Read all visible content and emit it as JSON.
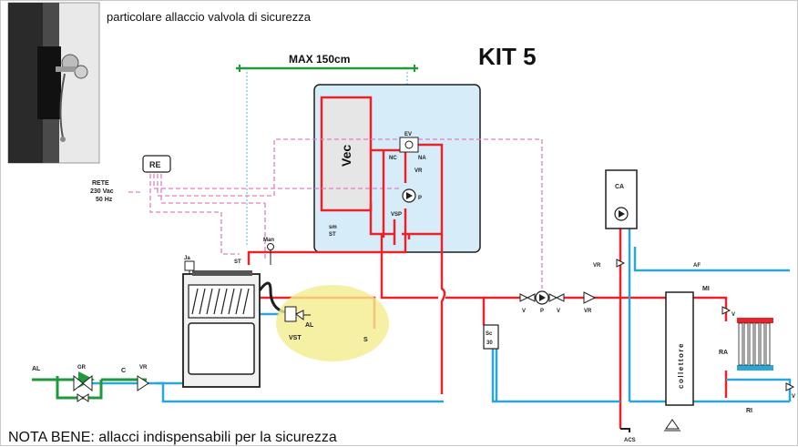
{
  "photo_caption": "particolare allaccio valvola di sicurezza",
  "kit_title": "KIT 5",
  "max_label": "MAX 150cm",
  "note": "NOTA BENE: allacci indispensabili per la sicurezza",
  "labels": {
    "re": "RE",
    "rete_1": "RETE",
    "rete_2": "230 Vac",
    "rete_3": "50 Hz",
    "vec": "Vec",
    "ev": "EV",
    "nc": "NC",
    "na": "NA",
    "vr_inner": "VR",
    "p_inner": "P",
    "sm": "sm",
    "st_inner": "ST",
    "vsp": "VSP",
    "ja": "Ja",
    "man": "Man",
    "st": "ST",
    "al_right": "AL",
    "vst": "VST",
    "s": "S",
    "sc_1": "Sc",
    "sc_2": "30",
    "al_left": "AL",
    "gr": "GR",
    "c": "C",
    "vr_left": "VR",
    "v_1": "V",
    "p_pump": "P",
    "v_2": "V",
    "vr_mid": "VR",
    "vr_ca": "VR",
    "ca": "CA",
    "af": "AF",
    "mi": "MI",
    "collettore": "collettore",
    "ra": "RA",
    "v_ra_top": "V",
    "v_ra_bottom": "V",
    "ri": "RI",
    "acs": "ACS"
  },
  "colors": {
    "red_pipe": "#e8232a",
    "blue_pipe": "#2aa7d8",
    "green_pipe": "#1e9a3c",
    "dashed": "#e07fc0",
    "box_fill": "#d6ecf8",
    "highlight": "#f3ec8c",
    "dark": "#1f1f1f"
  }
}
